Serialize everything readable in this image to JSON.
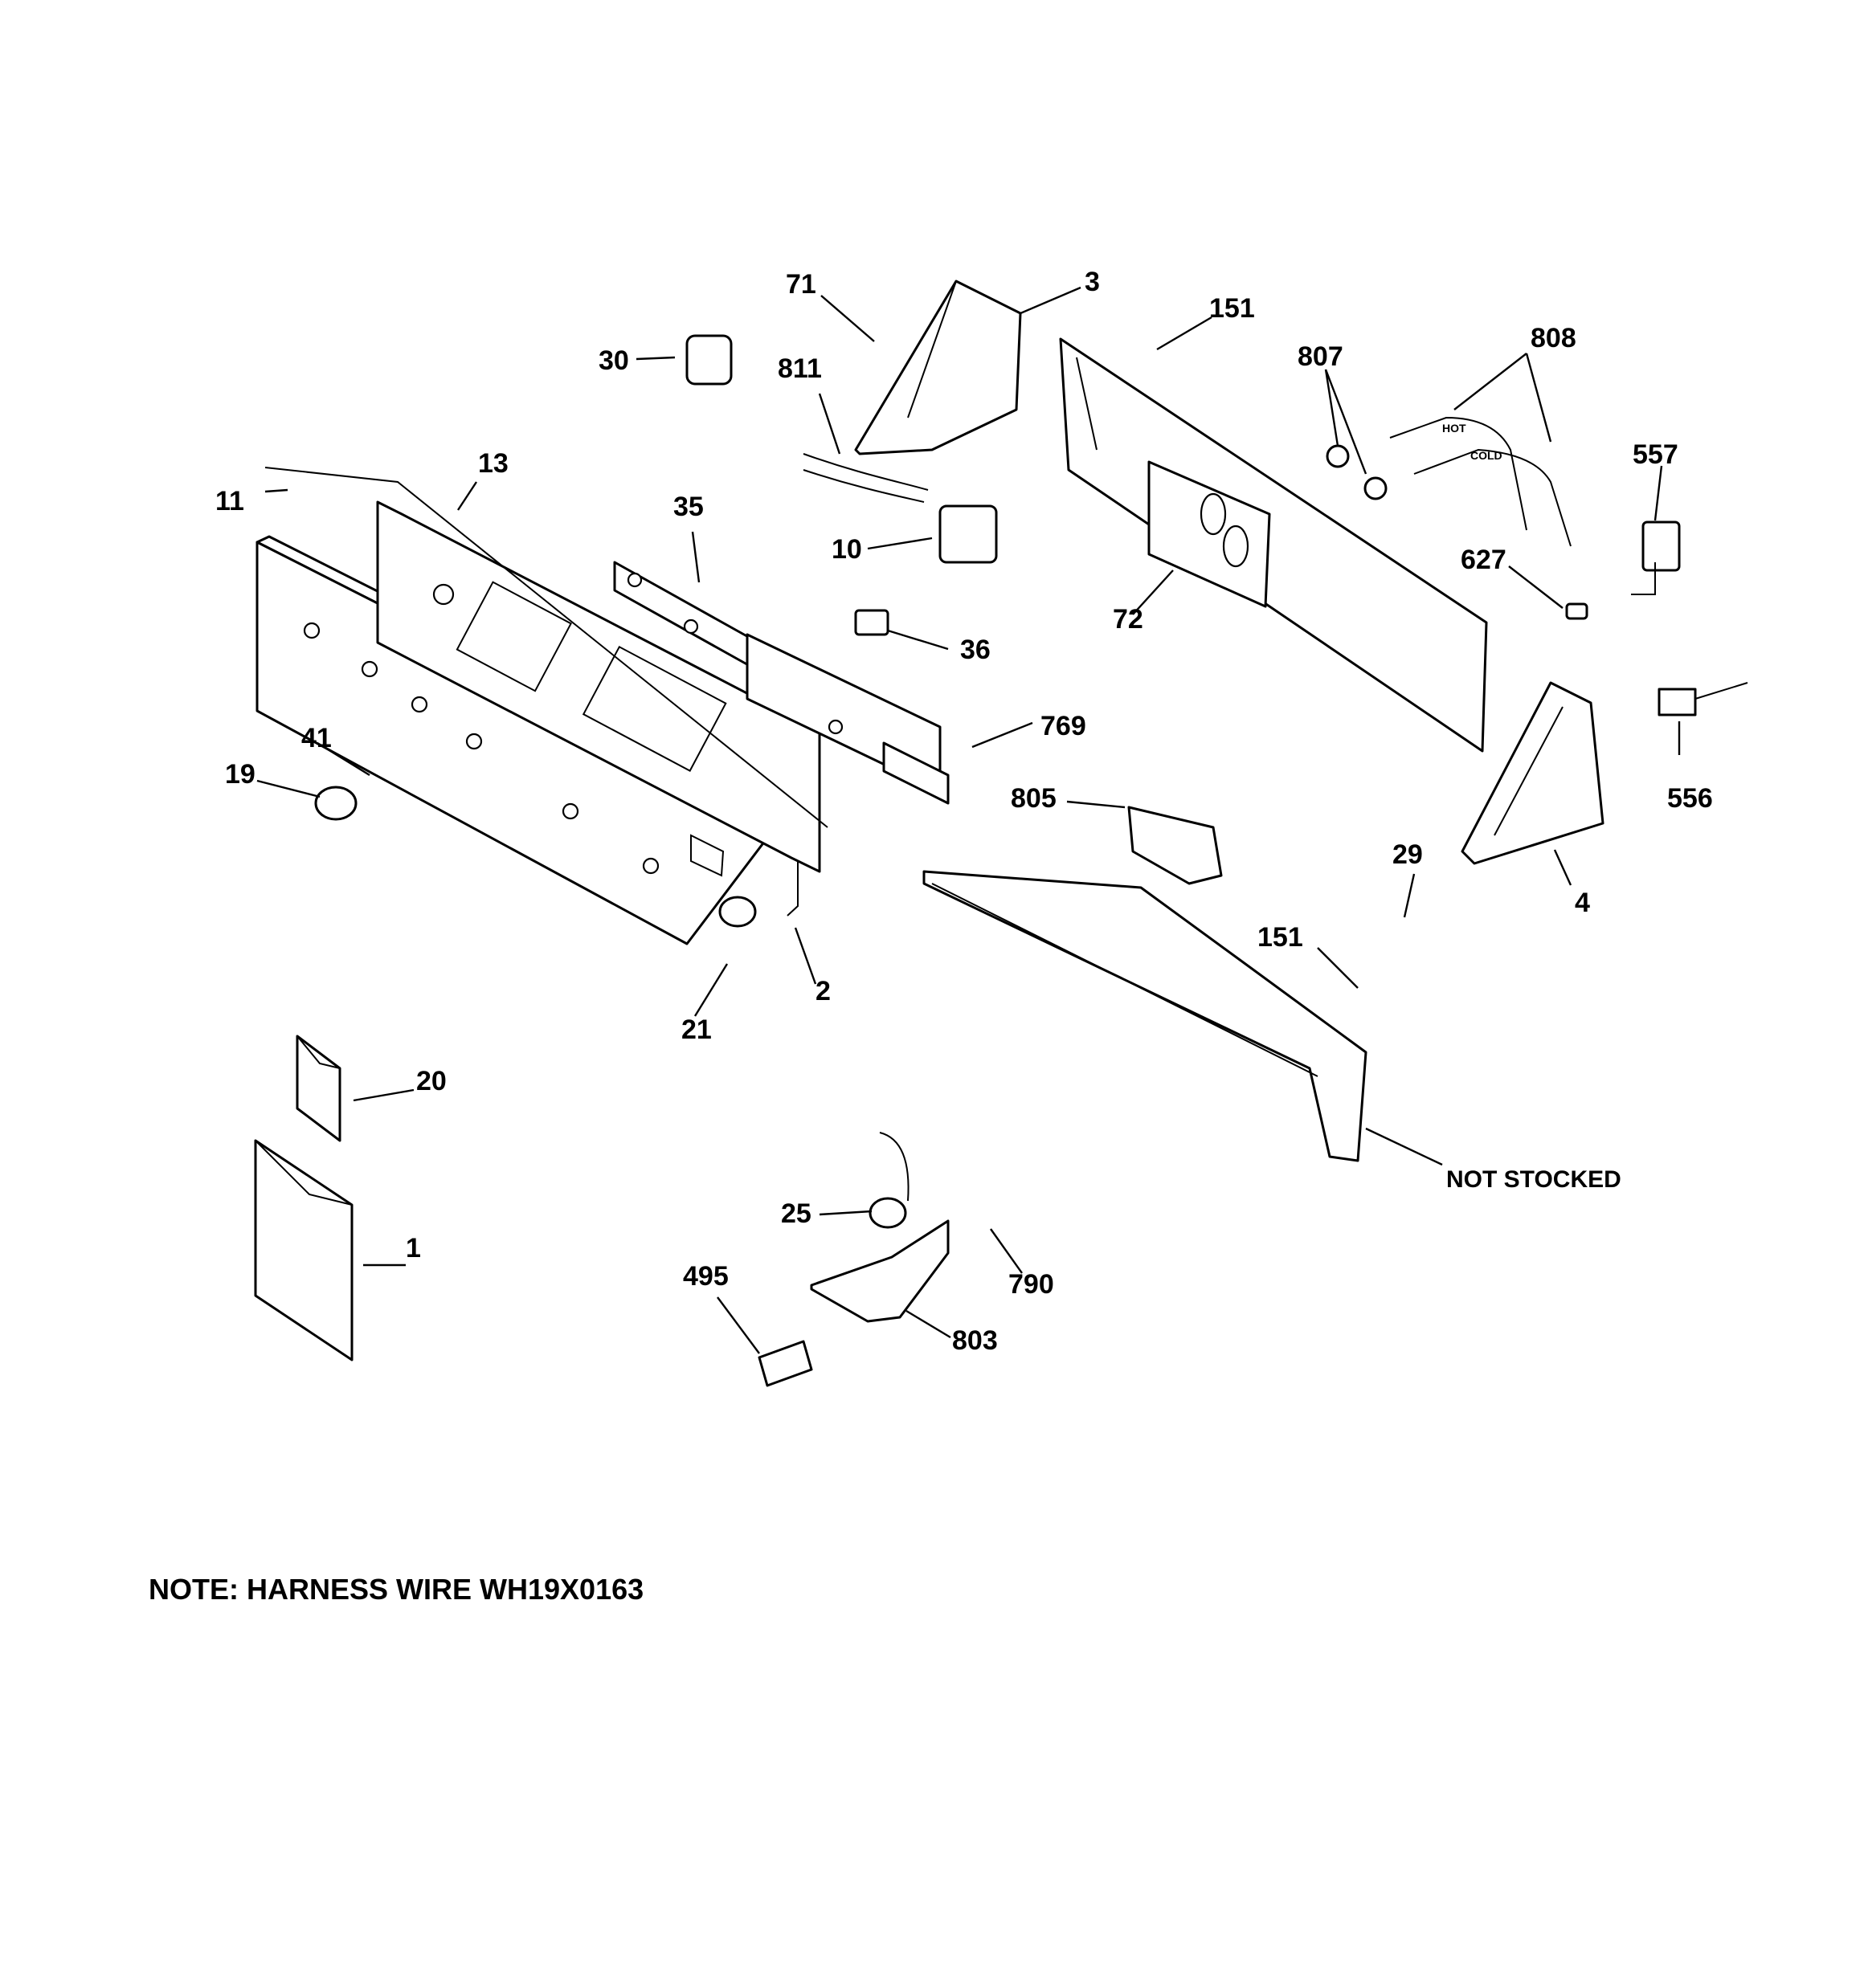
{
  "callouts": {
    "c71": "71",
    "c3": "3",
    "c151a": "151",
    "c807": "807",
    "c808": "808",
    "c30": "30",
    "c811": "811",
    "c557": "557",
    "c13": "13",
    "c11": "11",
    "c35": "35",
    "c10": "10",
    "c627": "627",
    "c72": "72",
    "c36": "36",
    "c769": "769",
    "c41": "41",
    "c19": "19",
    "c805": "805",
    "c556": "556",
    "c29": "29",
    "c4": "4",
    "c151b": "151",
    "c2": "2",
    "c21": "21",
    "c20": "20",
    "c25": "25",
    "c1": "1",
    "c790": "790",
    "c495": "495",
    "c803": "803",
    "not_stocked": "NOT STOCKED"
  },
  "note": "NOTE: HARNESS WIRE WH19X0163",
  "hose_labels": {
    "hot": "HOT",
    "cold": "COLD"
  }
}
